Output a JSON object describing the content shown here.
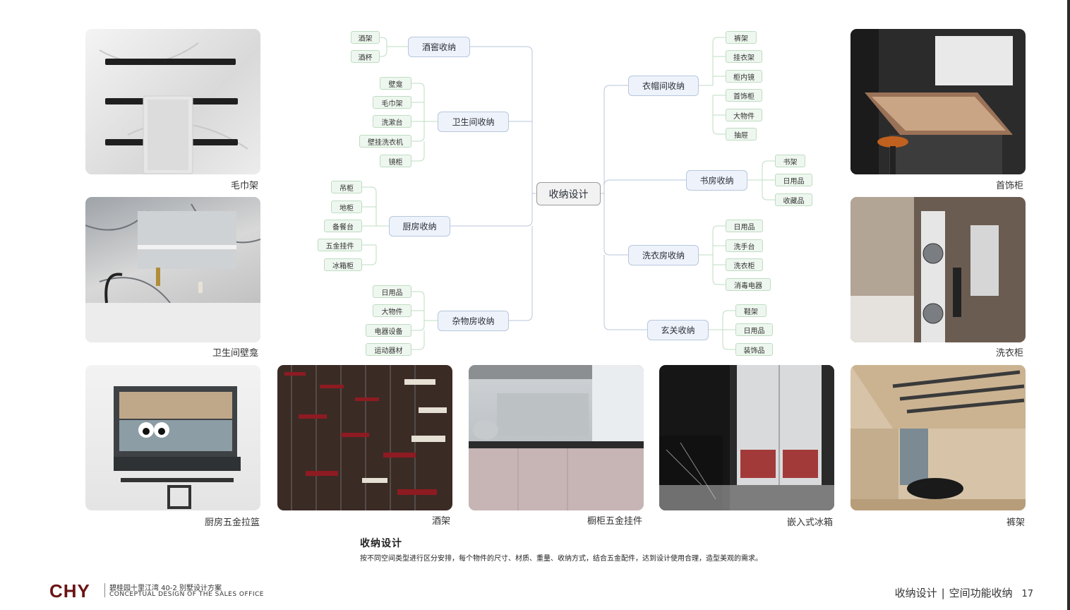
{
  "mindmap": {
    "root": "收纳设计",
    "left": [
      {
        "label": "酒窖收纳",
        "items": [
          "酒架",
          "酒杯"
        ]
      },
      {
        "label": "卫生间收纳",
        "items": [
          "壁龛",
          "毛巾架",
          "洗漱台",
          "壁挂洗衣机",
          "镜柜"
        ]
      },
      {
        "label": "厨房收纳",
        "items": [
          "吊柜",
          "地柜",
          "备餐台",
          "五金挂件",
          "冰箱柜"
        ]
      },
      {
        "label": "杂物房收纳",
        "items": [
          "日用品",
          "大物件",
          "电器设备",
          "运动器材"
        ]
      }
    ],
    "right": [
      {
        "label": "衣帽间收纳",
        "items": [
          "裤架",
          "挂衣架",
          "柜内镜",
          "首饰柜",
          "大物件",
          "抽屉"
        ]
      },
      {
        "label": "书房收纳",
        "items": [
          "书架",
          "日用品",
          "收藏品"
        ]
      },
      {
        "label": "洗衣房收纳",
        "items": [
          "日用品",
          "洗手台",
          "洗衣柜",
          "消毒电器"
        ]
      },
      {
        "label": "玄关收纳",
        "items": [
          "鞋架",
          "日用品",
          "装饰品"
        ]
      }
    ]
  },
  "photos": {
    "towel_rack": "毛巾架",
    "bathroom_niche": "卫生间壁龛",
    "kitchen_basket": "厨房五金拉篮",
    "wine_rack": "酒架",
    "cabinet_hardware": "橱柜五金挂件",
    "builtin_fridge": "嵌入式冰箱",
    "jewelry_cabinet": "首饰柜",
    "laundry_cabinet": "洗衣柜",
    "trouser_rack": "裤架"
  },
  "description": {
    "title": "收纳设计",
    "text": "按不同空间类型进行区分安排，每个物件的尺寸、材质、重量、收纳方式，结合五金配件，达到设计使用合理，造型美观的需求。"
  },
  "footer": {
    "logo": "CHY",
    "project": "碧桂园十里江湾 40-2 别墅设计方案",
    "subtitle": "CONCEPTUAL DESIGN OF THE SALES OFFICE",
    "section": "收纳设计",
    "subsection": "空间功能收纳",
    "page": "17"
  }
}
